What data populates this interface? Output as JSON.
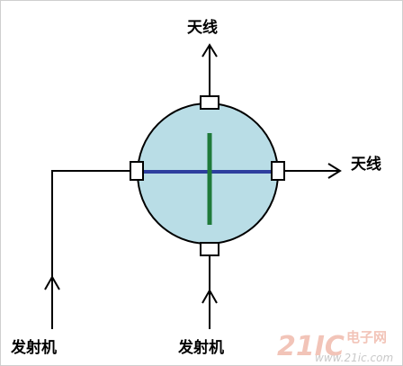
{
  "labels": {
    "antenna_top": "天线",
    "antenna_right": "天线",
    "transmitter_left": "发射机",
    "transmitter_bottom": "发射机"
  },
  "watermark": {
    "number": "21IC",
    "site": "电子网",
    "url": "www.21ic.com"
  },
  "colors": {
    "circulator_fill": "#b9dde6",
    "horizontal_bar": "#2e3f9e",
    "vertical_bar": "#1f7a3a",
    "line": "#000000"
  }
}
